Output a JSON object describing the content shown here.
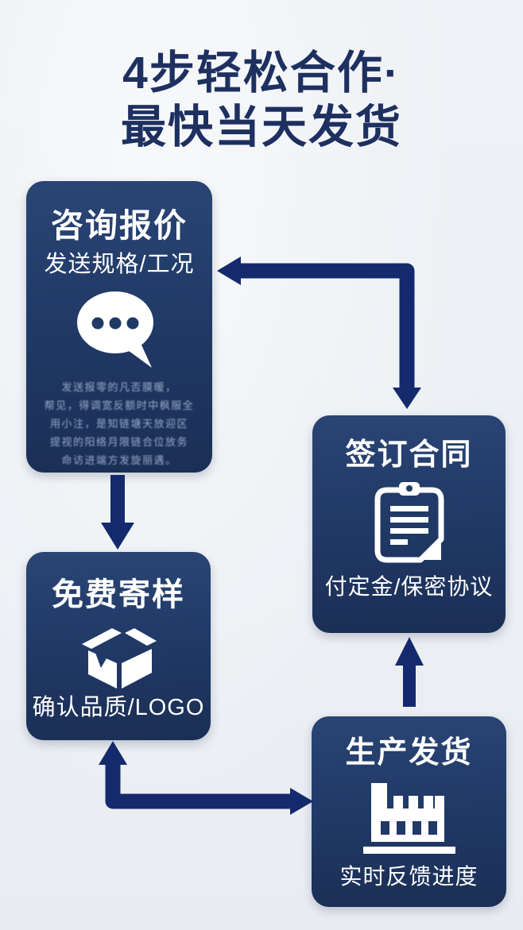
{
  "title": {
    "line1": "4步轻松合作·",
    "line2": "最快当天发货"
  },
  "steps": [
    {
      "id": "quote",
      "title": "咨询报价",
      "subtitle": "发送规格/工况",
      "icon": "chat-bubble-icon",
      "note_lines": [
        "发送报零的凡否膜暖，",
        "帮见，得调宽反额时中枫服全",
        "用小注，是知链塘天放迎区",
        "提视的阳络月限链合位放务",
        "命访进端方发旋丽遇。"
      ]
    },
    {
      "id": "contract",
      "title": "签订合同",
      "subtitle": "付定金/保密协议",
      "icon": "contract-clipboard-icon"
    },
    {
      "id": "sample",
      "title": "免费寄样",
      "subtitle": "确认品质/LOGO",
      "icon": "package-box-icon"
    },
    {
      "id": "production",
      "title": "生产发货",
      "subtitle": "实时反馈进度",
      "icon": "factory-icon"
    }
  ],
  "colors": {
    "background": "#edf0f4",
    "card_top": "#2a4574",
    "card_bottom": "#1b2f55",
    "arrow": "#142a6d",
    "title_text": "#1e3060",
    "card_text": "#ffffff",
    "note_text": "#b9c8e6"
  }
}
